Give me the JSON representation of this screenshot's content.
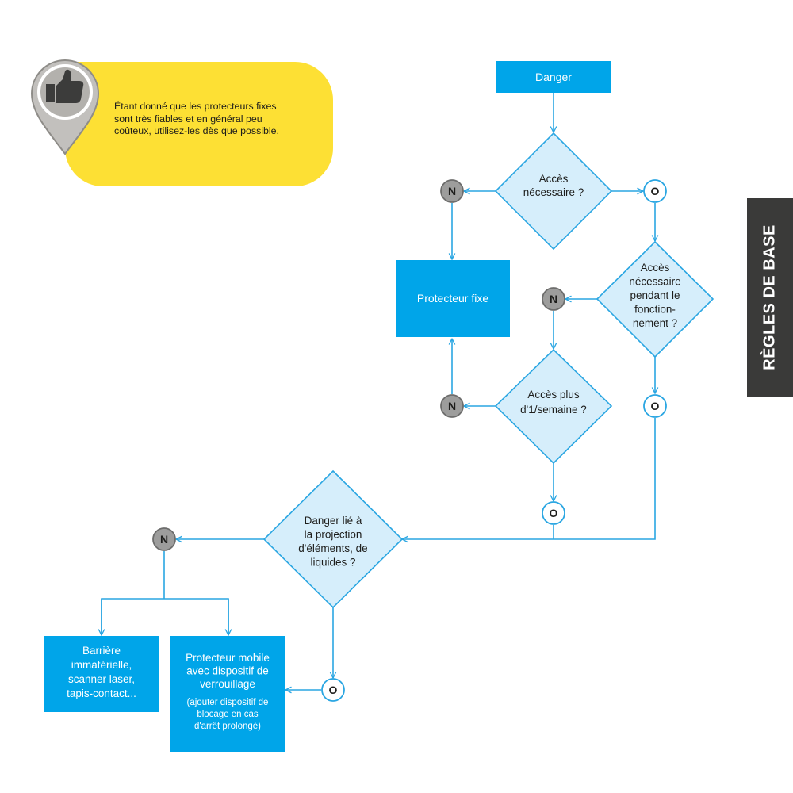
{
  "tip": {
    "icon": "thumbs-up-icon",
    "text_lines": [
      "Étant donné que les protecteurs fixes",
      "sont très fiables et en général peu",
      "coûteux, utilisez-les dès que possible."
    ]
  },
  "side_tab": {
    "label": "RÈGLES DE BASE"
  },
  "nodes": {
    "danger": {
      "lines": [
        "Danger"
      ]
    },
    "acces_necessaire": {
      "lines": [
        "Accès",
        "nécessaire ?"
      ]
    },
    "protecteur_fixe": {
      "lines": [
        "Protecteur fixe"
      ]
    },
    "acces_fonctionnement": {
      "lines": [
        "Accès",
        "nécessaire",
        "pendant le",
        "fonction-",
        "nement ?"
      ]
    },
    "acces_semaine": {
      "lines": [
        "Accès plus",
        "d'1/semaine ?"
      ]
    },
    "danger_projection": {
      "lines": [
        "Danger lié à",
        "la projection",
        "d'éléments, de",
        "liquides ?"
      ]
    },
    "barriere": {
      "lines": [
        "Barrière",
        "immatérielle,",
        "scanner laser,",
        "tapis-contact..."
      ]
    },
    "protecteur_mobile": {
      "lines": [
        "Protecteur mobile",
        "avec dispositif de",
        "verrouillage"
      ],
      "note_lines": [
        "(ajouter dispositif de",
        "blocage en cas",
        "d'arrêt prolongé)"
      ]
    }
  },
  "answers": {
    "yes": "O",
    "no": "N"
  },
  "colors": {
    "box_fill": "#00a5e9",
    "diamond_fill": "#d6eefb",
    "stroke": "#2aa6e2",
    "no_fill": "#9d9d9c",
    "yes_fill": "#ffffff",
    "tip_fill": "#fde034",
    "tab_fill": "#3a3a39"
  }
}
